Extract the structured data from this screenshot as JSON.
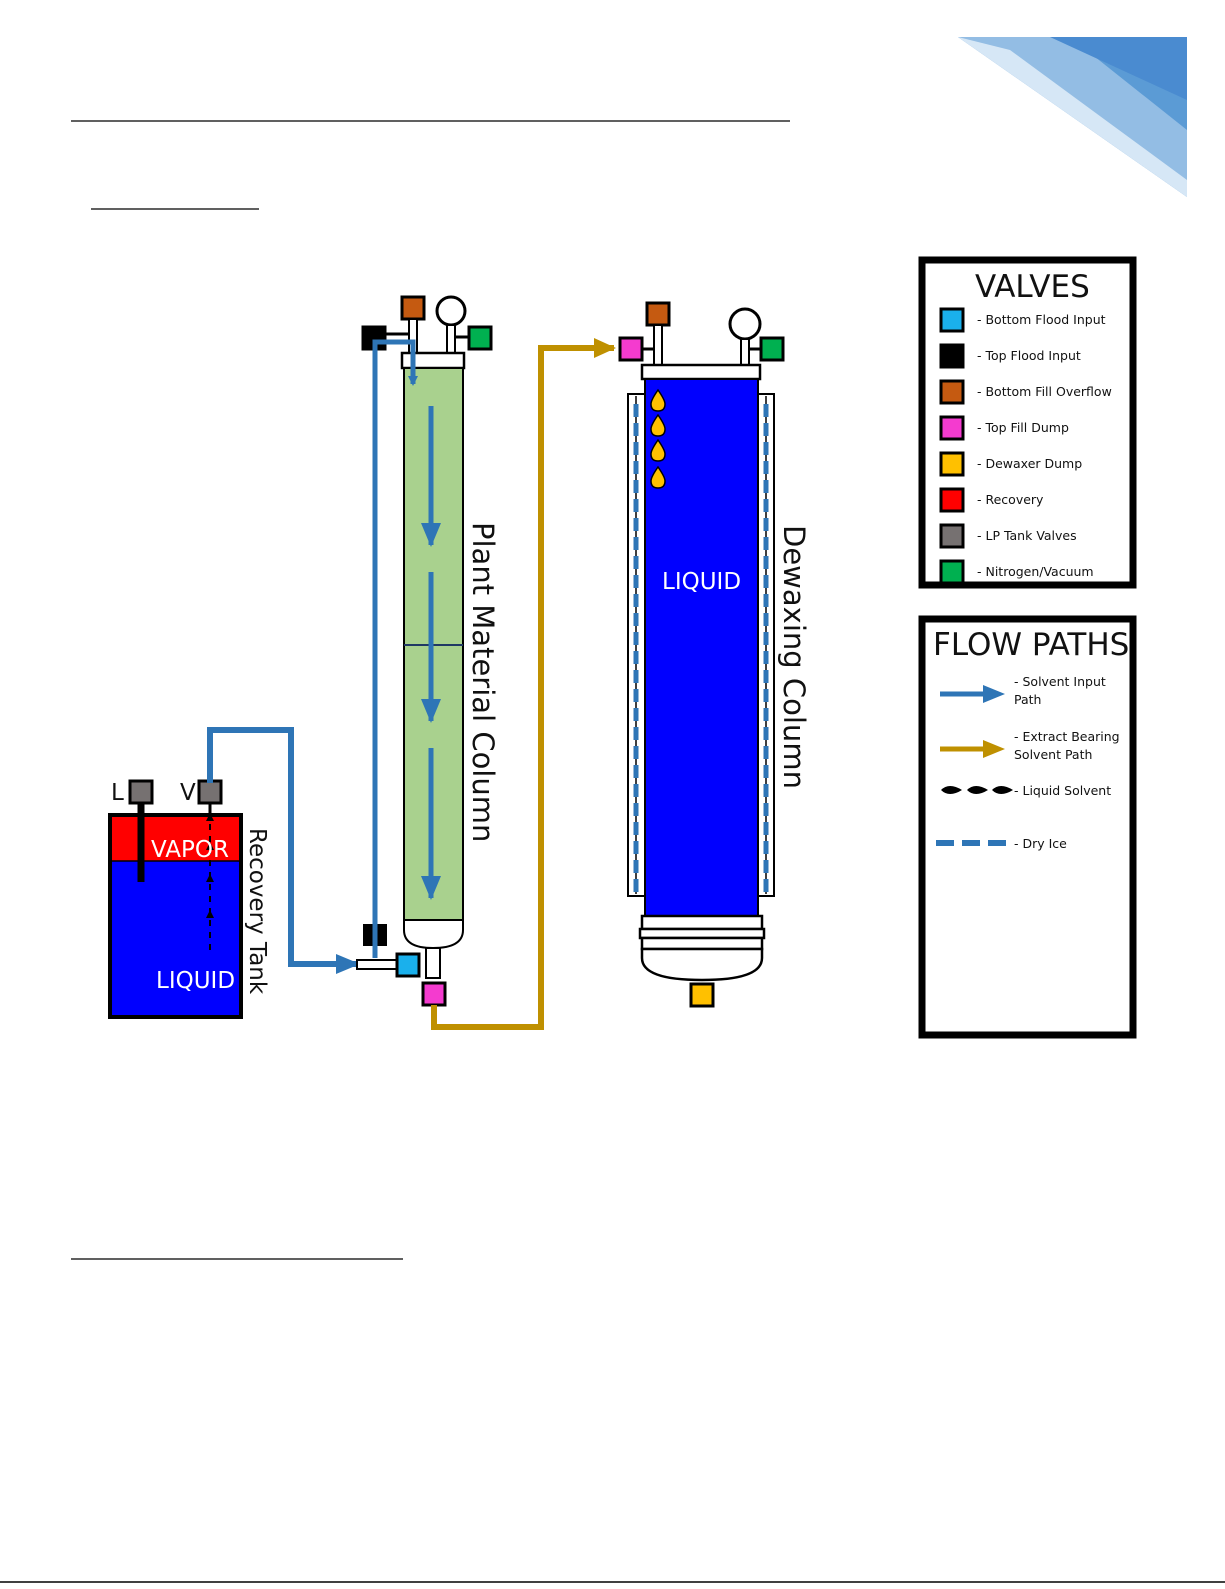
{
  "diagram": {
    "recovery_tank": {
      "label": "Recovery Tank",
      "vapor_label": "VAPOR",
      "liquid_label": "LIQUID",
      "liquid_valve_label": "L",
      "vapor_valve_label": "V"
    },
    "plant_material_column": {
      "label": "Plant Material Column"
    },
    "dewaxing_column": {
      "label": "Dewaxing Column",
      "liquid_label": "LIQUID"
    }
  },
  "legend_valves": {
    "title": "VALVES",
    "items": [
      {
        "label": "- Bottom  Flood Input",
        "color": "#1ab0ec"
      },
      {
        "label": "- Top Flood Input",
        "color": "#000000"
      },
      {
        "label": "- Bottom  Fill Overflow",
        "color": "#c55a11"
      },
      {
        "label": "- Top Fill Dump",
        "color": "#f43bcf"
      },
      {
        "label": "- Dewaxer Dump",
        "color": "#ffc000"
      },
      {
        "label": "- Recovery",
        "color": "#ff0000"
      },
      {
        "label": "- LP Tank Valves",
        "color": "#767171"
      },
      {
        "label": "- Nitrogen/Vacuum",
        "color": "#00b050"
      }
    ]
  },
  "legend_flow": {
    "title": "FLOW PATHS",
    "items": [
      {
        "line1": "- Solvent Input",
        "line2": "Path",
        "symbol": "blue-arrow",
        "color": "#2e75b6"
      },
      {
        "line1": "- Extract Bearing",
        "line2": "Solvent Path",
        "symbol": "gold-arrow",
        "color": "#bf9000"
      },
      {
        "line1": "- Liquid Solvent",
        "line2": "",
        "symbol": "drops",
        "color": "#000000"
      },
      {
        "line1": "- Dry Ice",
        "line2": "",
        "symbol": "dashes",
        "color": "#2e75b6"
      }
    ]
  },
  "colors": {
    "solvent_path": "#2e75b6",
    "extract_path": "#bf9000",
    "plant_material": "#a9d18e",
    "tank_liquid": "#0000ff",
    "tank_vapor": "#ff0000",
    "corner_accent": "#5b9bd5"
  }
}
